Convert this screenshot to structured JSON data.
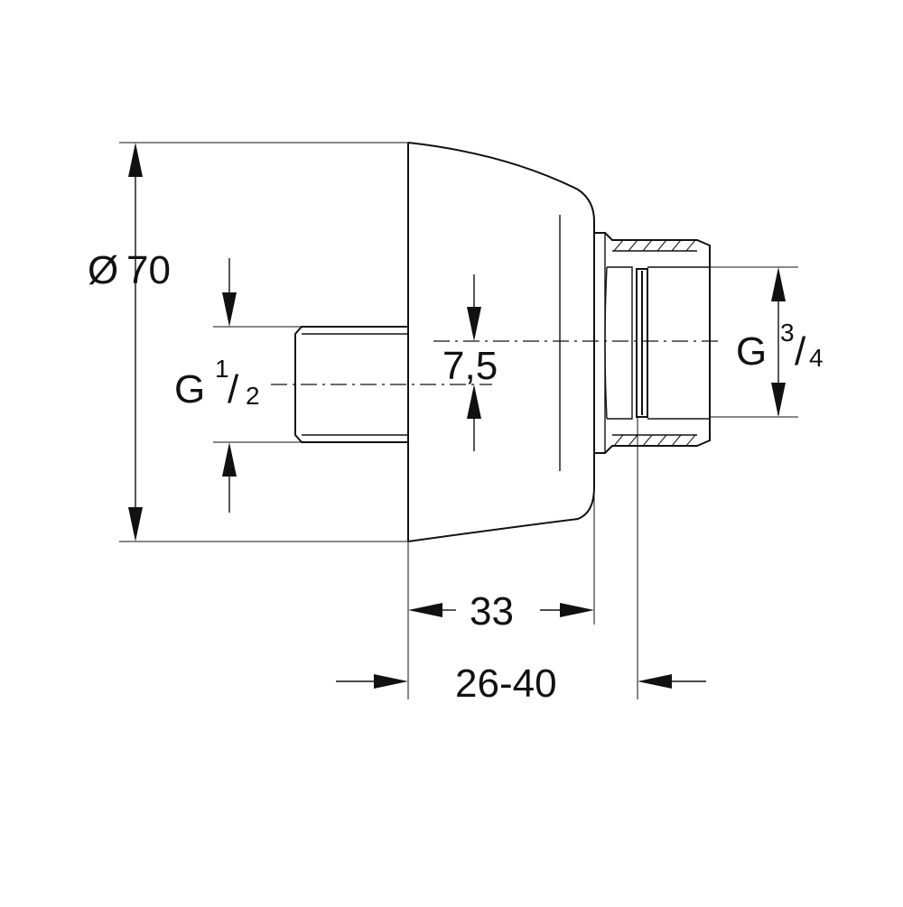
{
  "diagram": {
    "colors": {
      "line": "#111111",
      "background": "#ffffff"
    },
    "dimensions": {
      "diameter": {
        "symbol": "Ø",
        "value": "70"
      },
      "inlet_thread": {
        "prefix": "G",
        "numerator": "1",
        "slash": "/",
        "denominator": "2"
      },
      "outlet_thread": {
        "prefix": "G",
        "numerator": "3",
        "slash": "/",
        "denominator": "4"
      },
      "offset": "7,5",
      "depth": "33",
      "adjustment_range": "26-40"
    }
  }
}
